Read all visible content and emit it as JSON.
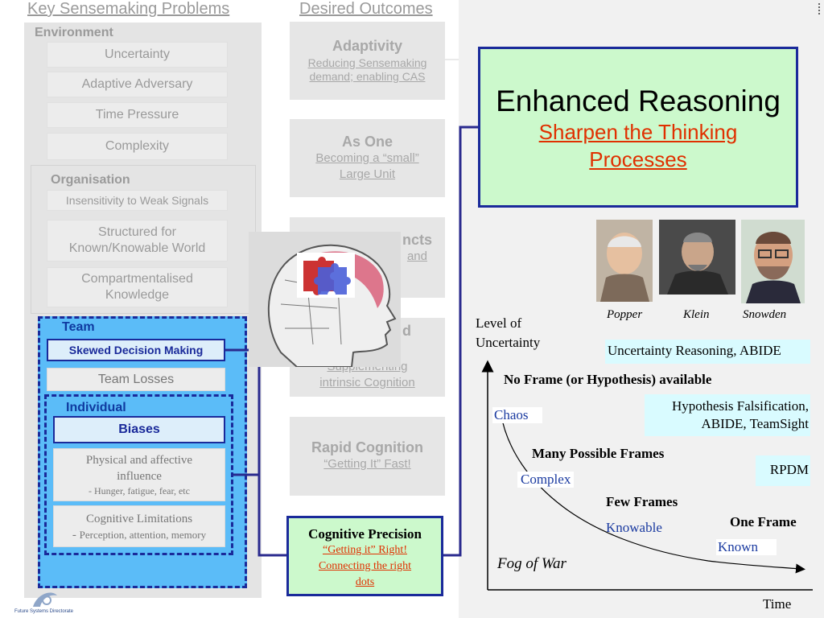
{
  "headers": {
    "problems": "Key Sensemaking Problems",
    "outcomes": "Desired Outcomes"
  },
  "environment": {
    "label": "Environment",
    "items": [
      "Uncertainty",
      "Adaptive Adversary",
      "Time Pressure",
      "Complexity"
    ]
  },
  "organisation": {
    "label": "Organisation",
    "items": [
      "Insensitivity to Weak Signals",
      "Structured for",
      "Known/Knowable World",
      "Compartmentalised",
      "Knowledge"
    ]
  },
  "team": {
    "label": "Team",
    "skewed": "Skewed Decision Making",
    "losses": "Team Losses"
  },
  "individual": {
    "label": "Individual",
    "biases": "Biases",
    "physical_line1": "Physical and affective",
    "physical_line2": "influence",
    "physical_sub": "- Hunger, fatigue, fear, etc",
    "cognitive_title": "Cognitive Limitations",
    "cognitive_sub_dash": "- ",
    "cognitive_sub": "Perception, attention, memory"
  },
  "outcomes": {
    "adaptivity": {
      "title": "Adaptivity",
      "line1": "Reducing Sensemaking",
      "line2": "demand; enabling CAS"
    },
    "as_one": {
      "title": "As One",
      "line1": "Becoming a “small”",
      "line2": "Large Unit"
    },
    "instincts": {
      "title": "ncts",
      "line1": "and"
    },
    "supplemented": {
      "title": "d",
      "line1": "Supplementing",
      "line2": "intrinsic Cognition"
    },
    "rapid": {
      "title": "Rapid Cognition",
      "line1": "“Getting It” Fast!"
    },
    "precision": {
      "title": "Cognitive Precision",
      "line1": "“Getting it” Right!",
      "line2": "Connecting the right",
      "line3": "dots"
    }
  },
  "enhanced": {
    "title": "Enhanced Reasoning",
    "sub1": "Sharpen the Thinking",
    "sub2": "Processes"
  },
  "portraits": {
    "names": [
      "Popper",
      "Klein",
      "Snowden"
    ]
  },
  "graph": {
    "ylabel_line1": "Level of",
    "ylabel_line2": "Uncertainty",
    "xlabel": "Time",
    "fog": "Fog of War",
    "no_frame": "No Frame (or Hypothesis) available",
    "many_frames": "Many Possible Frames",
    "few_frames": "Few Frames",
    "one_frame": "One Frame",
    "chaos": "Chaos",
    "complex": "Complex",
    "knowable": "Knowable",
    "known": "Known",
    "uncertainty_reasoning": "Uncertainty Reasoning, ABIDE",
    "hyp_line1": "Hypothesis Falsification,",
    "hyp_line2": "ABIDE, TeamSight",
    "rpdm": "RPDM"
  },
  "logo": {
    "caption": "Future Systems Directorate"
  },
  "colors": {
    "accent_blue": "#1a2a9a",
    "team_fill": "#5bbcf8",
    "enhanced_fill": "#ccf9cc",
    "red_text": "#e03000",
    "uncert_fill": "#d9fbff"
  }
}
